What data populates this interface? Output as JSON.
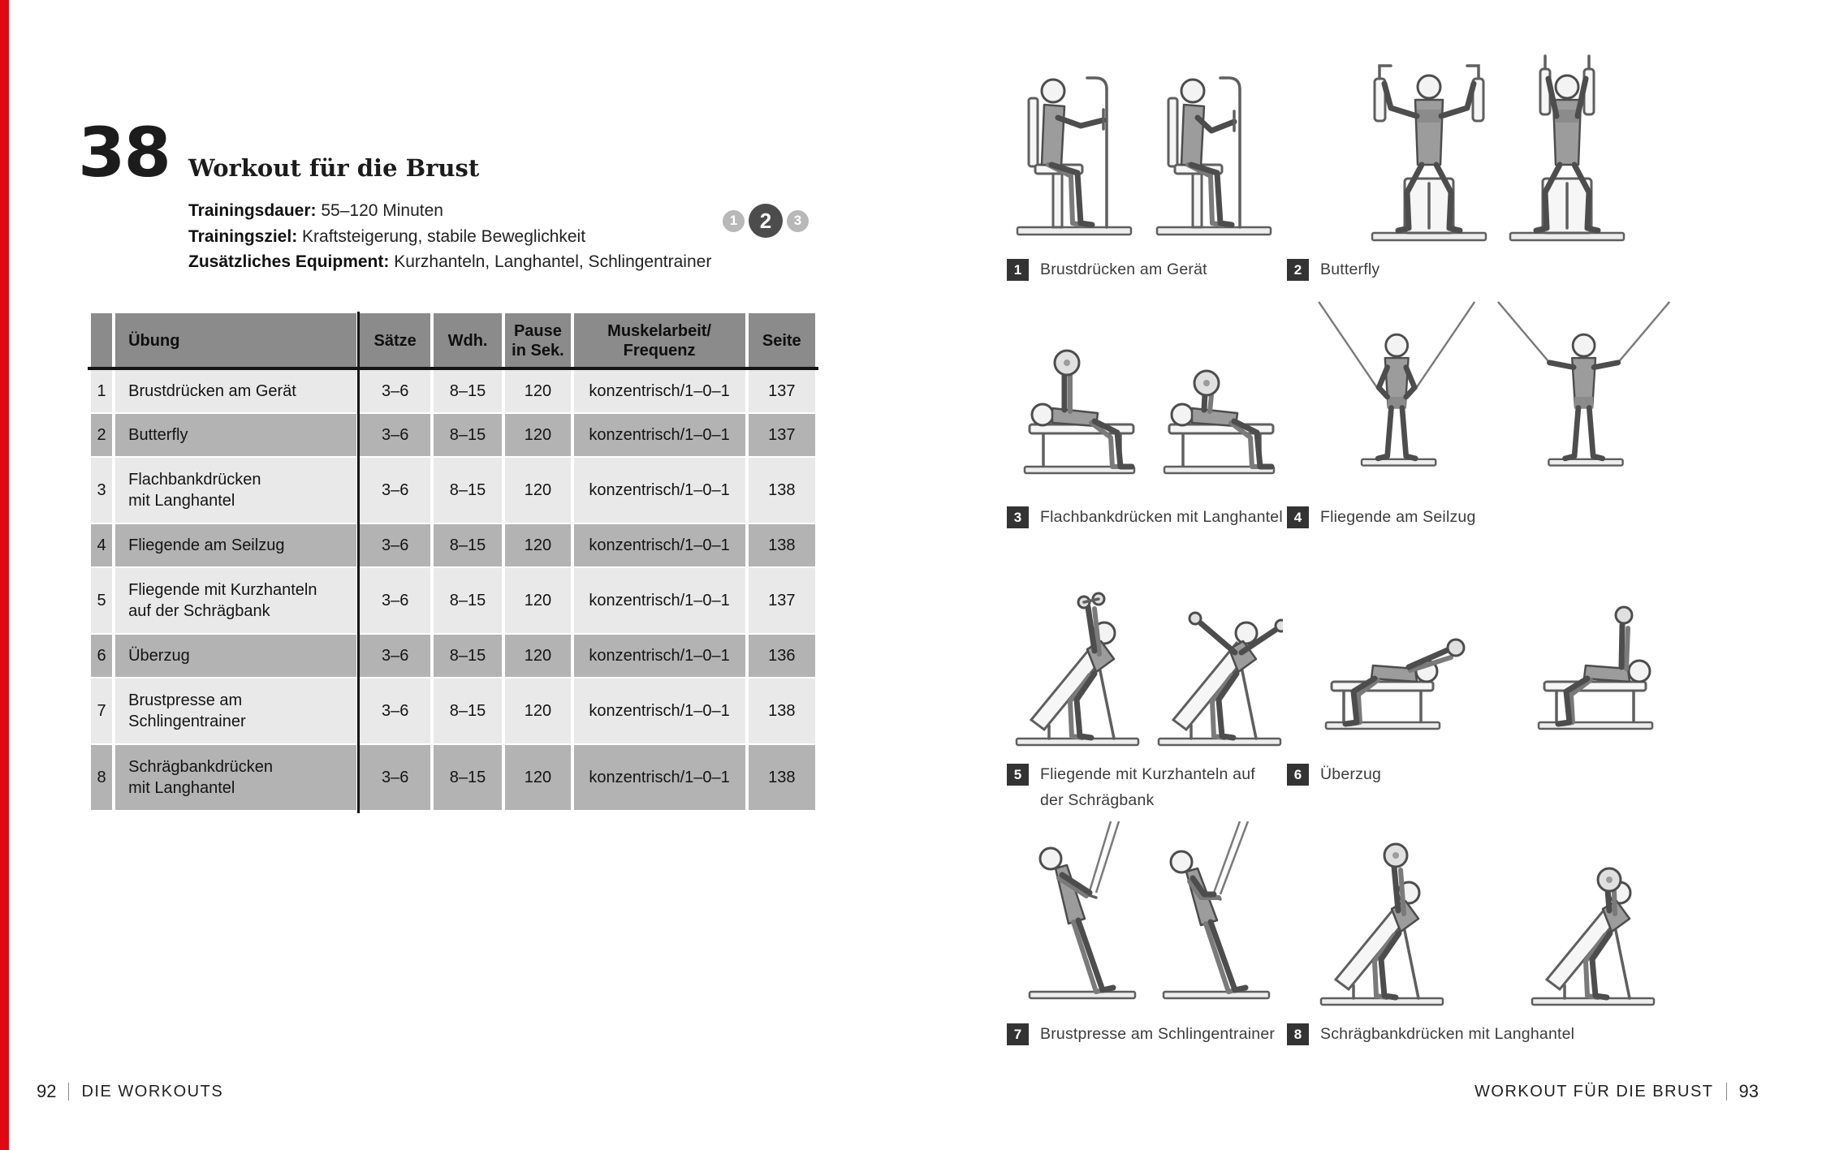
{
  "colors": {
    "accent_red": "#e30613",
    "table_header_gray": "#8b8b8b",
    "row_light": "#e9e9e9",
    "row_dark": "#b3b3b3",
    "badge_dark": "#333333",
    "difficulty_active": "#4c4c4c",
    "difficulty_inactive": "#b8b8b8"
  },
  "page_left": {
    "workout_number": "38",
    "title": "Workout für die Brust",
    "info": [
      {
        "label": "Trainingsdauer:",
        "value": " 55–120 Minuten"
      },
      {
        "label": "Trainingsziel:",
        "value": " Kraftsteigerung, stabile Beweglichkeit"
      },
      {
        "label": "Zusätzliches Equipment:",
        "value": " Kurzhanteln, Langhantel, Schlingentrainer"
      }
    ],
    "difficulty": {
      "level_1": "1",
      "level_2": "2",
      "level_3": "3",
      "active_level": "2"
    },
    "table": {
      "headers": {
        "nr": "",
        "uebung": "Übung",
        "saetze": "Sätze",
        "wdh": "Wdh.",
        "pause": "Pause\nin Sek.",
        "muskelarbeit": "Muskelarbeit/\nFrequenz",
        "seite": "Seite"
      },
      "rows": [
        {
          "nr": "1",
          "uebung": "Brustdrücken am Gerät",
          "saetze": "3–6",
          "wdh": "8–15",
          "pause": "120",
          "muskelarbeit": "konzentrisch/1–0–1",
          "seite": "137"
        },
        {
          "nr": "2",
          "uebung": "Butterfly",
          "saetze": "3–6",
          "wdh": "8–15",
          "pause": "120",
          "muskelarbeit": "konzentrisch/1–0–1",
          "seite": "137"
        },
        {
          "nr": "3",
          "uebung": "Flachbankdrücken\nmit Langhantel",
          "saetze": "3–6",
          "wdh": "8–15",
          "pause": "120",
          "muskelarbeit": "konzentrisch/1–0–1",
          "seite": "138"
        },
        {
          "nr": "4",
          "uebung": "Fliegende am Seilzug",
          "saetze": "3–6",
          "wdh": "8–15",
          "pause": "120",
          "muskelarbeit": "konzentrisch/1–0–1",
          "seite": "138"
        },
        {
          "nr": "5",
          "uebung": "Fliegende mit Kurzhanteln\nauf der Schrägbank",
          "saetze": "3–6",
          "wdh": "8–15",
          "pause": "120",
          "muskelarbeit": "konzentrisch/1–0–1",
          "seite": "137"
        },
        {
          "nr": "6",
          "uebung": "Überzug",
          "saetze": "3–6",
          "wdh": "8–15",
          "pause": "120",
          "muskelarbeit": "konzentrisch/1–0–1",
          "seite": "136"
        },
        {
          "nr": "7",
          "uebung": "Brustpresse am\nSchlingentrainer",
          "saetze": "3–6",
          "wdh": "8–15",
          "pause": "120",
          "muskelarbeit": "konzentrisch/1–0–1",
          "seite": "138"
        },
        {
          "nr": "8",
          "uebung": "Schrägbankdrücken\nmit Langhantel",
          "saetze": "3–6",
          "wdh": "8–15",
          "pause": "120",
          "muskelarbeit": "konzentrisch/1–0–1",
          "seite": "138"
        }
      ]
    },
    "footer": {
      "page_number": "92",
      "section": "DIE WORKOUTS"
    }
  },
  "page_right": {
    "panels": [
      {
        "nr": "1",
        "caption": "Brustdrücken am Gerät"
      },
      {
        "nr": "2",
        "caption": "Butterfly"
      },
      {
        "nr": "3",
        "caption": "Flachbankdrücken mit Langhantel"
      },
      {
        "nr": "4",
        "caption": "Fliegende am Seilzug"
      },
      {
        "nr": "5",
        "caption": "Fliegende mit Kurzhanteln auf der Schrägbank"
      },
      {
        "nr": "6",
        "caption": "Überzug"
      },
      {
        "nr": "7",
        "caption": "Brustpresse am Schlingentrainer"
      },
      {
        "nr": "8",
        "caption": "Schrägbankdrücken mit Langhantel"
      }
    ],
    "footer": {
      "section": "WORKOUT FÜR DIE BRUST",
      "page_number": "93"
    }
  }
}
